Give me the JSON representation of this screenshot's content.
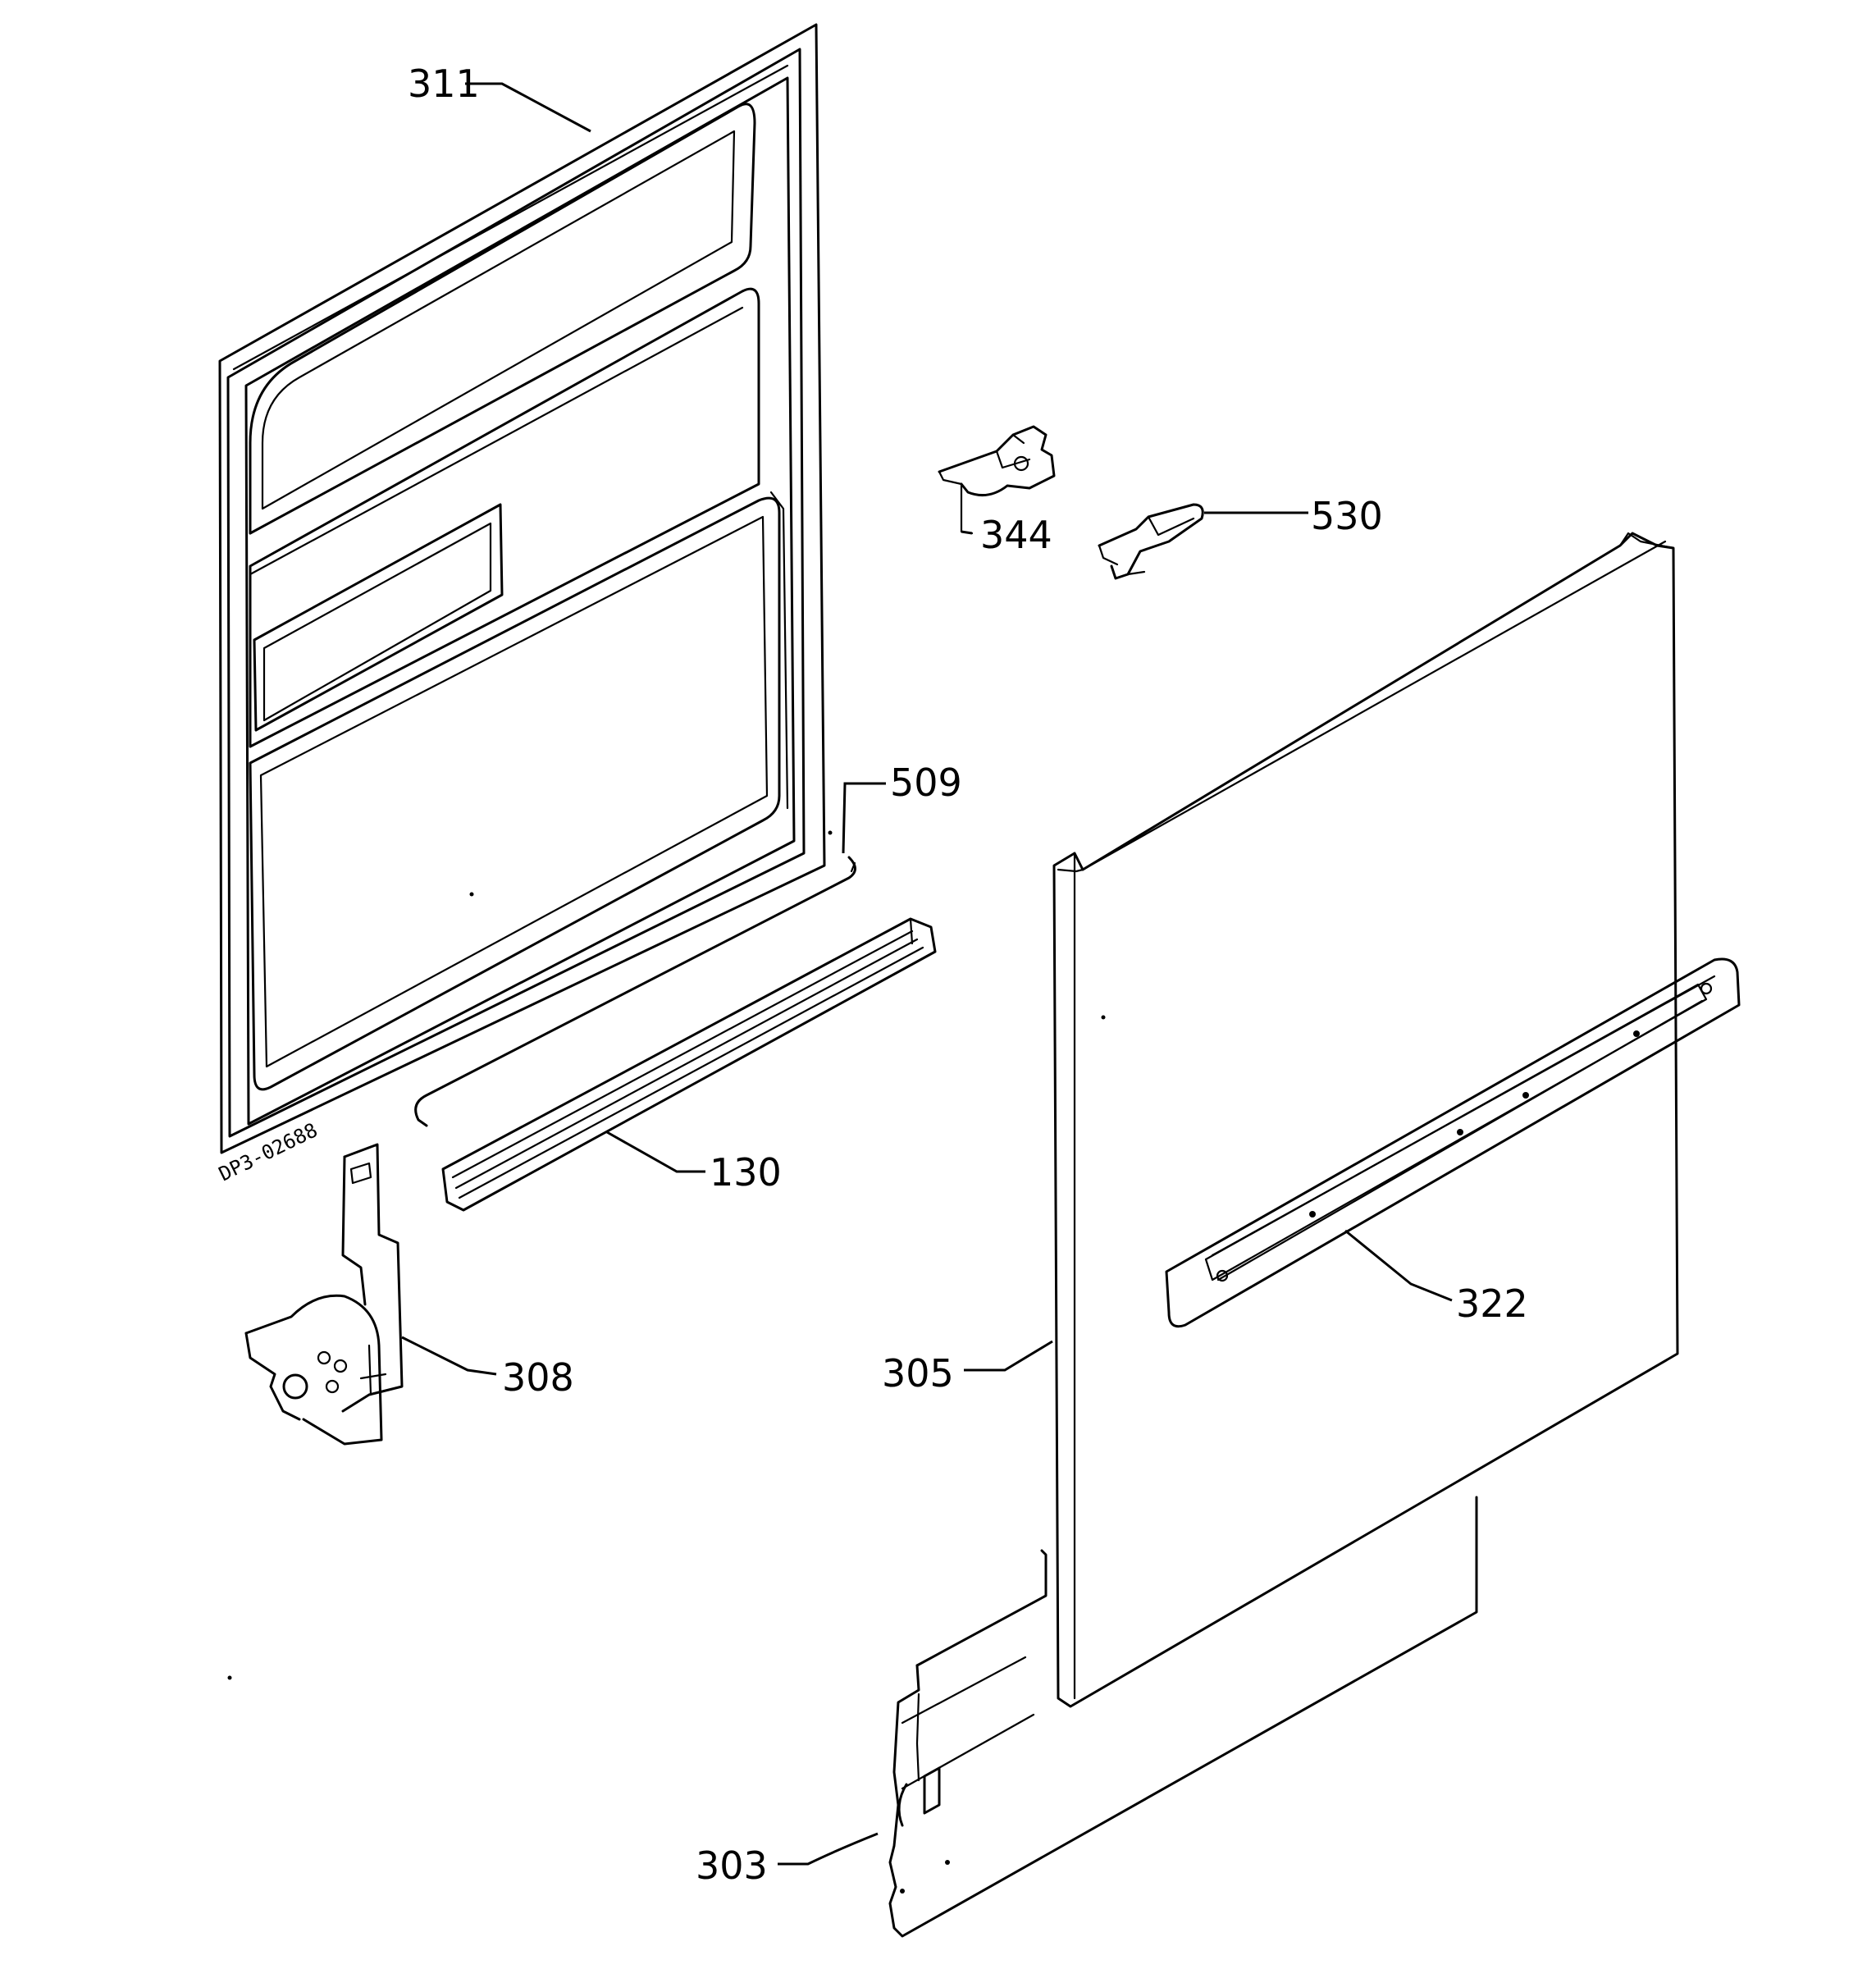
{
  "drawing_code": "DP3-02688",
  "callouts": {
    "p311": "311",
    "p344": "344",
    "p530": "530",
    "p509": "509",
    "p130": "130",
    "p308": "308",
    "p322": "322",
    "p305": "305",
    "p303": "303"
  },
  "colors": {
    "ink": "#000000",
    "paper": "#ffffff"
  }
}
